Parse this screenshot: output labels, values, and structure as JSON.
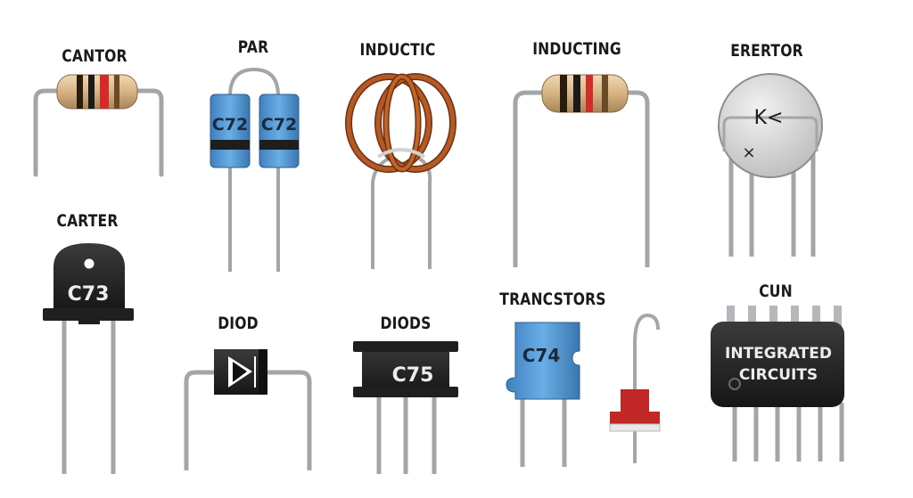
{
  "components": [
    {
      "id": "cantor",
      "label": "CANTOR",
      "marking": ""
    },
    {
      "id": "par",
      "label": "PAR",
      "marking": "C72"
    },
    {
      "id": "inductic",
      "label": "INDUCTIC",
      "marking": ""
    },
    {
      "id": "inducting",
      "label": "INDUCTING",
      "marking": ""
    },
    {
      "id": "erertor",
      "label": "ERERTOR",
      "marking": ""
    },
    {
      "id": "carter",
      "label": "CARTER",
      "marking": "C73"
    },
    {
      "id": "diod",
      "label": "DIOD",
      "marking": ""
    },
    {
      "id": "diods",
      "label": "DIODS",
      "marking": "C75"
    },
    {
      "id": "trancstors",
      "label": "TRANCSTORS",
      "marking": "C74"
    },
    {
      "id": "cun",
      "label": "CUN",
      "marking": "INTEGRATED CIRCUITS",
      "marking_lines": [
        "INTEGRATED",
        "CIRCUITS"
      ]
    }
  ],
  "colors": {
    "lead": "#b7b9bb",
    "lead_dark": "#8f9294",
    "resistor_body": "#d9b98a",
    "capacitor_blue": "#4a8fcf",
    "copper_coil": "#a9521f",
    "black_package": "#262626",
    "red_band": "#d42a2a",
    "background": "#ffffff"
  },
  "symbols": {
    "erertor_marks": "K<",
    "erertor_x": "×"
  }
}
